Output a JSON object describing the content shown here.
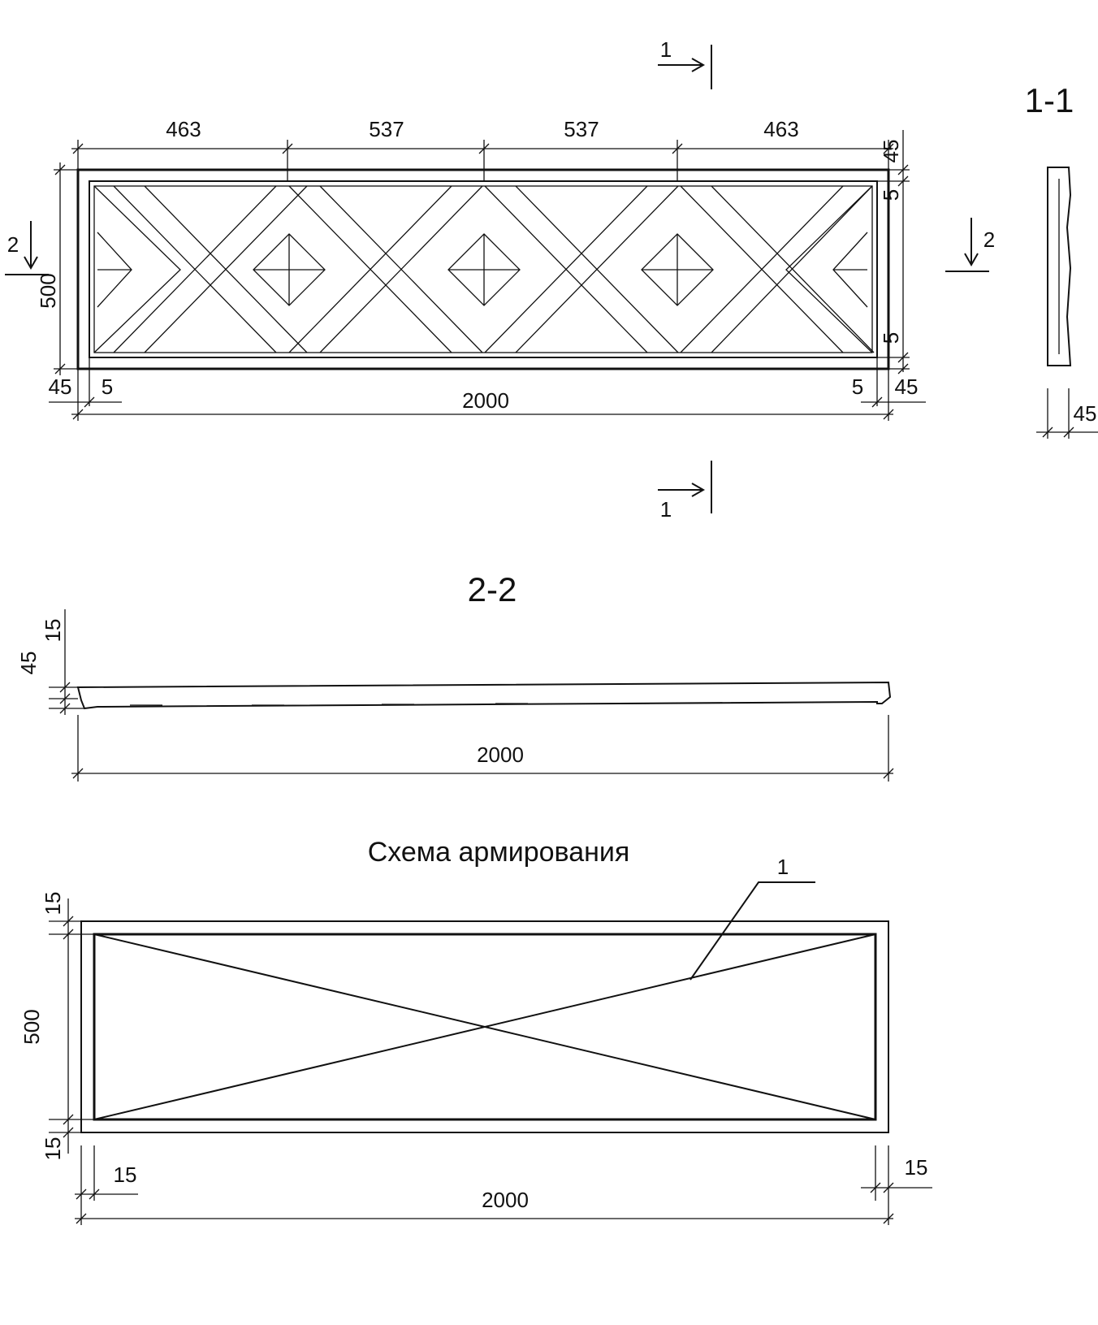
{
  "front_view": {
    "section_1_label": "1",
    "section_2_label": "2",
    "dimensions": {
      "seg_a": "463",
      "seg_b": "537",
      "seg_c": "537",
      "seg_d": "463",
      "total_length": "2000",
      "height": "500",
      "edge_45": "45",
      "gap_5": "5"
    }
  },
  "section_1_1": {
    "title": "1-1",
    "thickness": "45"
  },
  "section_2_2": {
    "title": "2-2",
    "thickness": "45",
    "cover": "15",
    "length": "2000"
  },
  "reinforcement_scheme": {
    "title": "Схема армирования",
    "callout": "1",
    "height": "500",
    "length": "2000",
    "cover": "15"
  }
}
